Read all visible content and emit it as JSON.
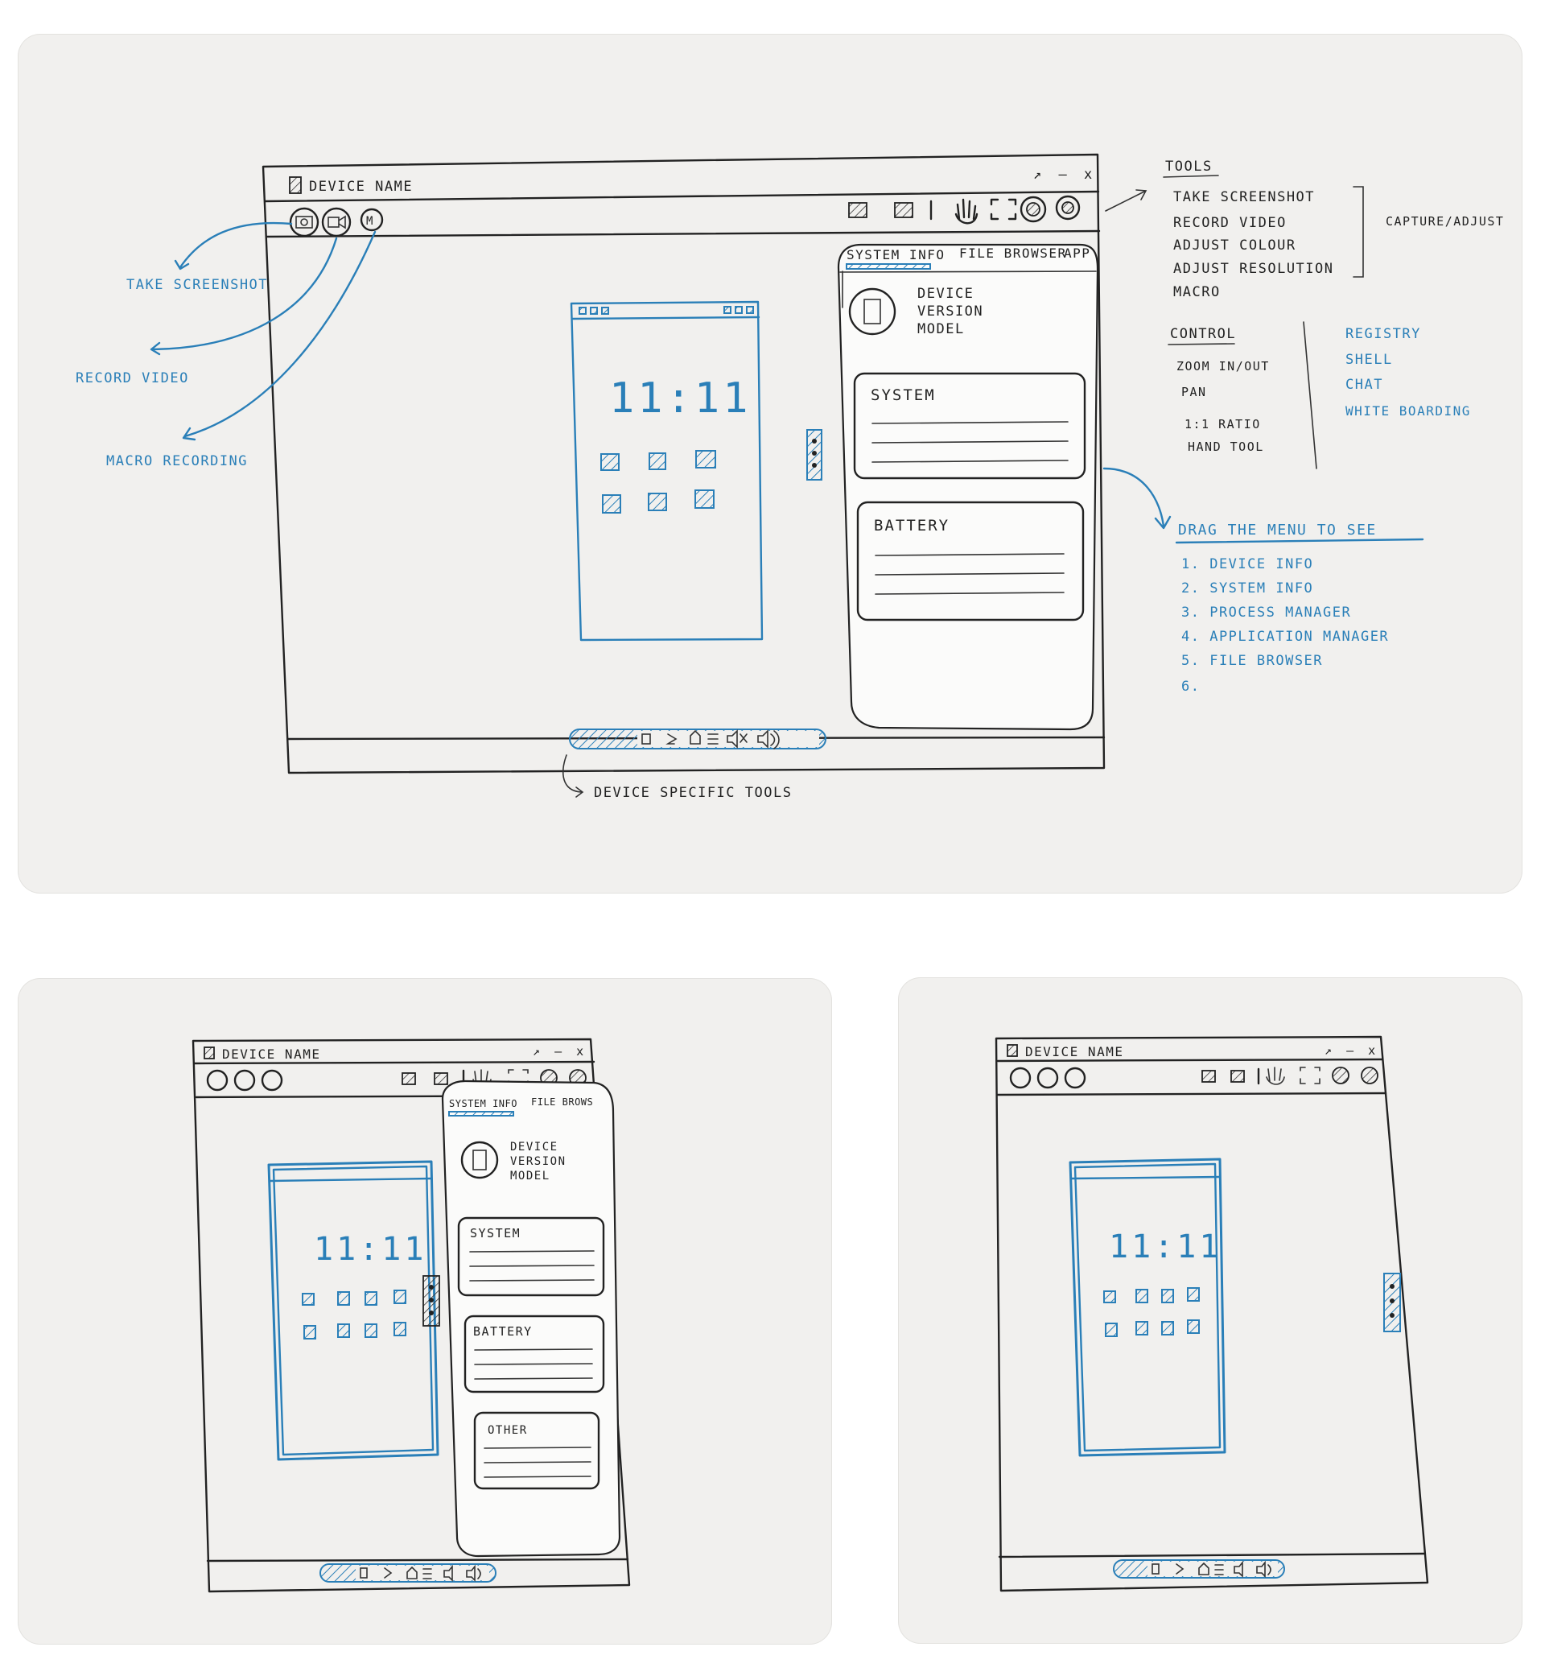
{
  "sketch_top": {
    "window_title": "DEVICE NAME",
    "window_controls": [
      "↗",
      "–",
      "x"
    ],
    "panel_tabs": [
      "SYSTEM INFO",
      "FILE BROWSER",
      "APP"
    ],
    "device_info_lines": [
      "DEVICE",
      "VERSION",
      "MODEL"
    ],
    "system_card": "SYSTEM",
    "battery_card": "BATTERY",
    "phone_clock": "11:11",
    "left_annotations": [
      "TAKE SCREENSHOT",
      "RECORD VIDEO",
      "MACRO RECORDING"
    ],
    "bottom_annotation": "DEVICE SPECIFIC TOOLS",
    "tools_heading": "TOOLS",
    "tools_items": [
      "TAKE SCREENSHOT",
      "RECORD VIDEO",
      "ADJUST COLOUR",
      "ADJUST RESOLUTION",
      "MACRO"
    ],
    "capture_label": "CAPTURE/ADJUST",
    "control_heading": "CONTROL",
    "control_items": [
      "ZOOM IN/OUT",
      "PAN",
      "1:1 RATIO",
      "HAND TOOL"
    ],
    "extra_items": [
      "REGISTRY",
      "SHELL",
      "CHAT",
      "WHITE BOARDING"
    ],
    "drag_heading": "DRAG THE MENU TO SEE",
    "drag_items": [
      "1. DEVICE INFO",
      "2. SYSTEM INFO",
      "3. PROCESS MANAGER",
      "4. APPLICATION MANAGER",
      "5. FILE BROWSER",
      "6."
    ]
  },
  "sketch_bottom_left": {
    "window_title": "DEVICE NAME",
    "window_controls": [
      "↗",
      "–",
      "x"
    ],
    "panel_tabs": [
      "SYSTEM INFO",
      "FILE BROWS"
    ],
    "device_info_lines": [
      "DEVICE",
      "VERSION",
      "MODEL"
    ],
    "cards": [
      "SYSTEM",
      "BATTERY",
      "OTHER"
    ],
    "phone_clock": "11:11"
  },
  "sketch_bottom_right": {
    "window_title": "DEVICE NAME",
    "window_controls": [
      "↗",
      "–",
      "x"
    ],
    "phone_clock": "11:11"
  },
  "colors": {
    "ink": "#222222",
    "blue_pen": "#2a7fb8",
    "card_bg": "#f1f0ee"
  }
}
